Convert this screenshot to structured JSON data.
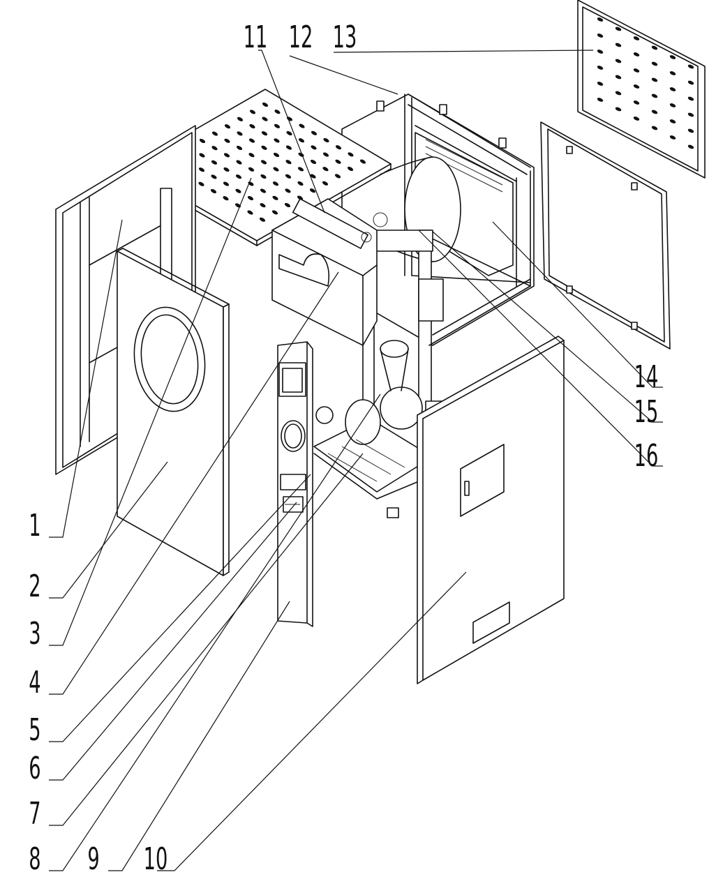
{
  "callouts": [
    {
      "id": "c1",
      "text": "1"
    },
    {
      "id": "c2",
      "text": "2"
    },
    {
      "id": "c3",
      "text": "3"
    },
    {
      "id": "c4",
      "text": "4"
    },
    {
      "id": "c5",
      "text": "5"
    },
    {
      "id": "c6",
      "text": "6"
    },
    {
      "id": "c7",
      "text": "7"
    },
    {
      "id": "c8",
      "text": "8"
    },
    {
      "id": "c9",
      "text": "9"
    },
    {
      "id": "c10",
      "text": "10"
    },
    {
      "id": "c11",
      "text": "11"
    },
    {
      "id": "c12",
      "text": "12"
    },
    {
      "id": "c13",
      "text": "13"
    },
    {
      "id": "c14",
      "text": "14"
    },
    {
      "id": "c15",
      "text": "15"
    },
    {
      "id": "c16",
      "text": "16"
    }
  ],
  "colors": {
    "line": "#111111",
    "background": "#ffffff"
  }
}
